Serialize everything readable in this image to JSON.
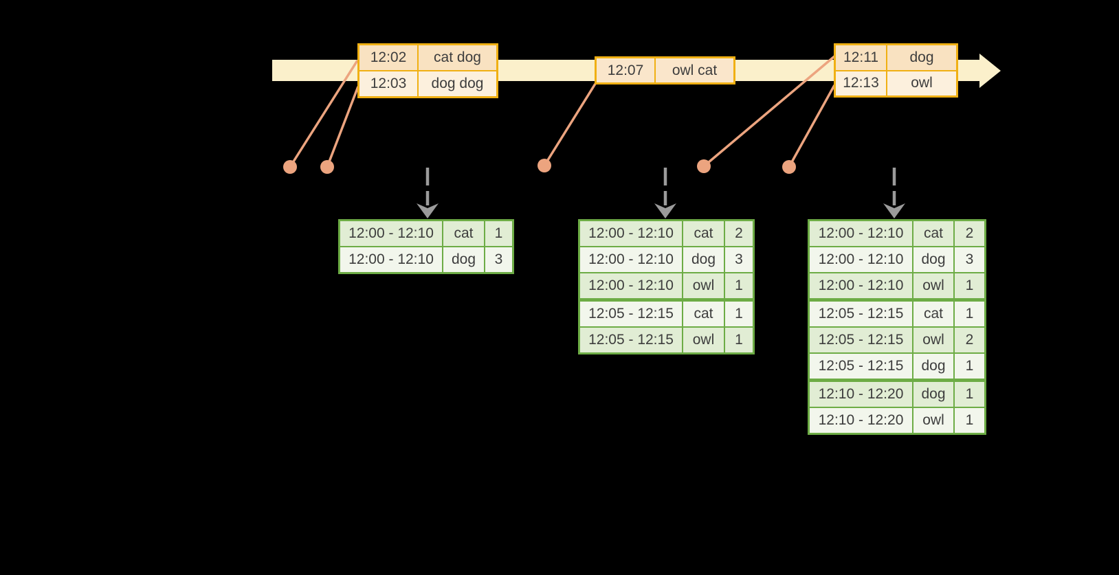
{
  "diagram": {
    "description": "streaming windowed word-count timeline diagram",
    "colors": {
      "background": "#000000",
      "timeline_band": "#FBF0CB",
      "event_table_border": "#F0B013",
      "event_row_peach": "#F9E2C1",
      "event_row_cream": "#FCF0DD",
      "connector_salmon": "#ECA47F",
      "trigger_arrow_gray": "#9B9B9B",
      "result_table_border": "#6DAC45",
      "result_row_green": "#E1EDD4",
      "result_row_pale": "#F2F6EC",
      "text": "#3D3D3D"
    }
  },
  "event_tables": [
    {
      "rows": [
        {
          "time": "12:02",
          "words": "cat dog"
        },
        {
          "time": "12:03",
          "words": "dog dog"
        }
      ]
    },
    {
      "rows": [
        {
          "time": "12:07",
          "words": "owl cat"
        }
      ]
    },
    {
      "rows": [
        {
          "time": "12:11",
          "words": "dog"
        },
        {
          "time": "12:13",
          "words": "owl"
        }
      ]
    }
  ],
  "result_tables": [
    {
      "rows": [
        {
          "window": "12:00 - 12:10",
          "word": "cat",
          "count": "1"
        },
        {
          "window": "12:00 - 12:10",
          "word": "dog",
          "count": "3"
        }
      ]
    },
    {
      "rows": [
        {
          "window": "12:00 - 12:10",
          "word": "cat",
          "count": "2"
        },
        {
          "window": "12:00 - 12:10",
          "word": "dog",
          "count": "3"
        },
        {
          "window": "12:00 - 12:10",
          "word": "owl",
          "count": "1"
        },
        {
          "window": "12:05 - 12:15",
          "word": "cat",
          "count": "1"
        },
        {
          "window": "12:05 - 12:15",
          "word": "owl",
          "count": "1"
        }
      ]
    },
    {
      "rows": [
        {
          "window": "12:00 - 12:10",
          "word": "cat",
          "count": "2"
        },
        {
          "window": "12:00 - 12:10",
          "word": "dog",
          "count": "3"
        },
        {
          "window": "12:00 - 12:10",
          "word": "owl",
          "count": "1"
        },
        {
          "window": "12:05 - 12:15",
          "word": "cat",
          "count": "1"
        },
        {
          "window": "12:05 - 12:15",
          "word": "owl",
          "count": "2"
        },
        {
          "window": "12:05 - 12:15",
          "word": "dog",
          "count": "1"
        },
        {
          "window": "12:10 - 12:20",
          "word": "dog",
          "count": "1"
        },
        {
          "window": "12:10 - 12:20",
          "word": "owl",
          "count": "1"
        }
      ]
    }
  ]
}
